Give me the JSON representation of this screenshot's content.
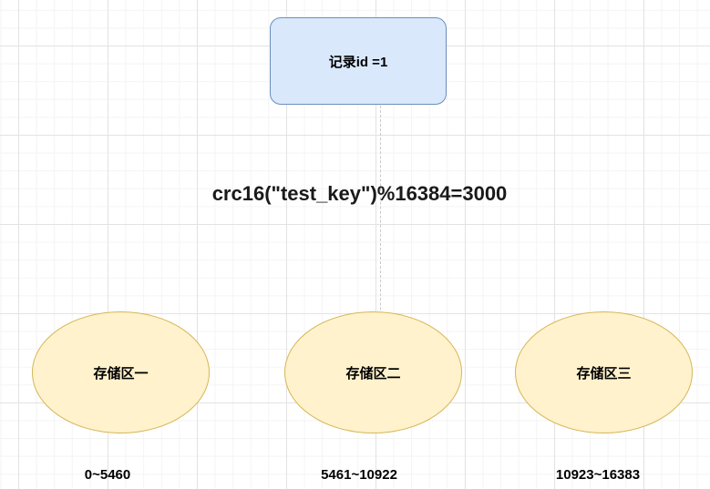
{
  "record": {
    "label": "记录id =1"
  },
  "formula": "crc16(\"test_key\")%16384=3000",
  "storage_nodes": [
    {
      "label": "存储区一",
      "range": "0~5460"
    },
    {
      "label": "存储区二",
      "range": "5461~10922"
    },
    {
      "label": "存储区三",
      "range": "10923~16383"
    }
  ],
  "colors": {
    "record_fill": "#dae8fc",
    "record_border": "#6c8ebf",
    "storage_fill": "#fff2cc",
    "storage_border": "#d6b656"
  }
}
